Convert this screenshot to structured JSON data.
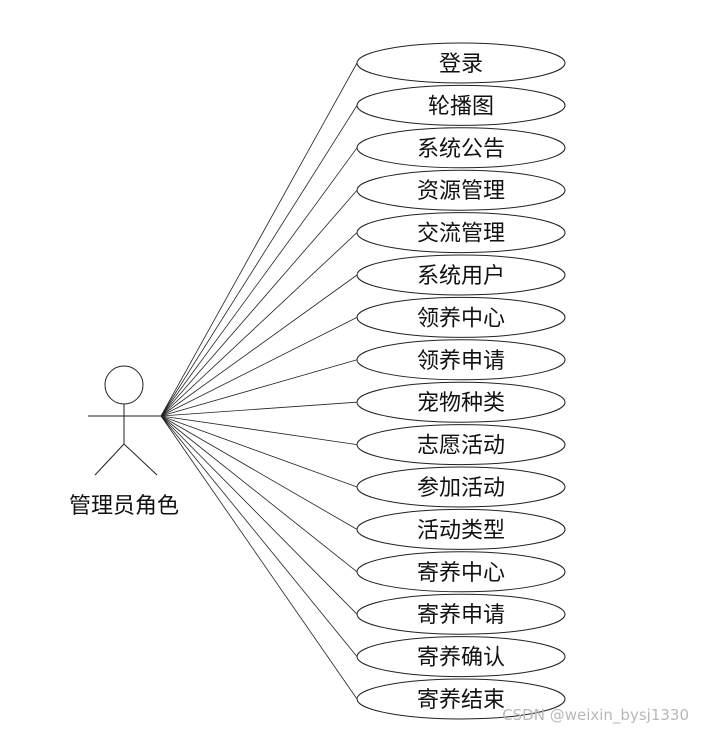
{
  "actor": {
    "label": "管理员角色"
  },
  "use_cases": [
    {
      "label": "登录"
    },
    {
      "label": "轮播图"
    },
    {
      "label": "系统公告"
    },
    {
      "label": "资源管理"
    },
    {
      "label": "交流管理"
    },
    {
      "label": "系统用户"
    },
    {
      "label": "领养中心"
    },
    {
      "label": "领养申请"
    },
    {
      "label": "宠物种类"
    },
    {
      "label": "志愿活动"
    },
    {
      "label": "参加活动"
    },
    {
      "label": "活动类型"
    },
    {
      "label": "寄养中心"
    },
    {
      "label": "寄养申请"
    },
    {
      "label": "寄养确认"
    },
    {
      "label": "寄养结束"
    }
  ],
  "watermark": {
    "text": "CSDN @weixin_bysj1330"
  }
}
